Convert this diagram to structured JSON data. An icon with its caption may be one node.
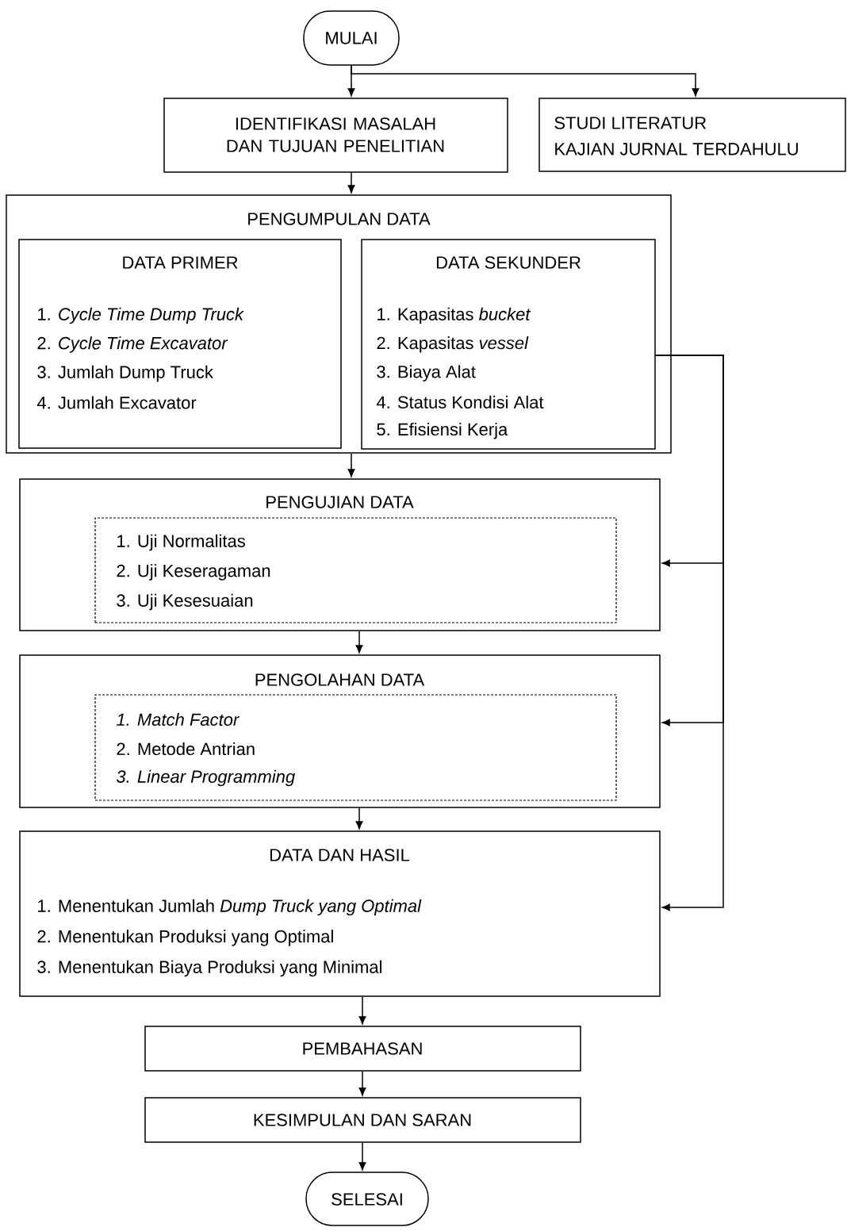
{
  "diagram": {
    "nodes": [
      {
        "text": [
          "MULAI"
        ]
      },
      {
        "text": [
          "IDENTIFIKASI MASALAH DAN TUJUAN PENELITIAN"
        ]
      },
      {
        "text": [
          "STUDI LITERATUR",
          "KAJIAN JURNAL TERDAHULU"
        ]
      },
      {
        "text": [
          "PENGUMPULAN DATA"
        ]
      },
      {
        "text": [
          "DATA PRIMER",
          "1. *Cycle Time Dump Truck*",
          "2. *Cycle Time Excavator*",
          "3. Jumlah Dump Truck",
          "4. Jumlah Excavator"
        ],
        "in": 3
      },
      {
        "text": [
          "DATA SEKUNDER",
          "1. Kapasitas *bucket*",
          "2. Kapasitas *vessel*",
          "3. Biaya Alat",
          "4. Status Kondisi Alat",
          "5. Efisiensi Kerja"
        ],
        "in": 3
      },
      {
        "text": [
          "PENGUJIAN DATA"
        ]
      },
      {
        "text": [
          "1. Uji Normalitas",
          "2. Uji Keseragaman",
          "3. Uji Kesesuaian"
        ],
        "in": 6
      },
      {
        "text": [
          "PENGOLAHAN DATA"
        ]
      },
      {
        "text": [
          "*1. Match Factor*",
          "2. Metode Antrian",
          "*3. Linear Programming*"
        ],
        "in": 8
      },
      {
        "text": [
          "DATA DAN HASIL",
          "1. Menentukan Jumlah *Dump Truck yang Optimal*",
          "2. Menentukan Produksi yang Optimal",
          "3. Menentukan Biaya Produksi yang Minimal"
        ]
      },
      {
        "text": [
          "PEMBAHASAN"
        ]
      },
      {
        "text": [
          "KESIMPULAN DAN SARAN"
        ]
      },
      {
        "text": [
          "SELESAI"
        ]
      }
    ],
    "edges": [
      {
        "from": 0,
        "to": 1,
        "arrow": "to"
      },
      {
        "from": 0,
        "to": 2,
        "arrow": "to"
      },
      {
        "from": 1,
        "to": 3,
        "arrow": "to"
      },
      {
        "from": 3,
        "to": 6,
        "arrow": "to"
      },
      {
        "from": 6,
        "to": 8,
        "arrow": "to"
      },
      {
        "from": 8,
        "to": 10,
        "arrow": "to"
      },
      {
        "from": 10,
        "to": 11,
        "arrow": "to"
      },
      {
        "from": 11,
        "to": 12,
        "arrow": "to"
      },
      {
        "from": 12,
        "to": 13,
        "arrow": "to"
      },
      {
        "from": 5,
        "to": 6,
        "arrow": "to"
      },
      {
        "from": 5,
        "to": 8,
        "arrow": "to"
      },
      {
        "from": 5,
        "to": 10,
        "arrow": "to"
      }
    ]
  }
}
